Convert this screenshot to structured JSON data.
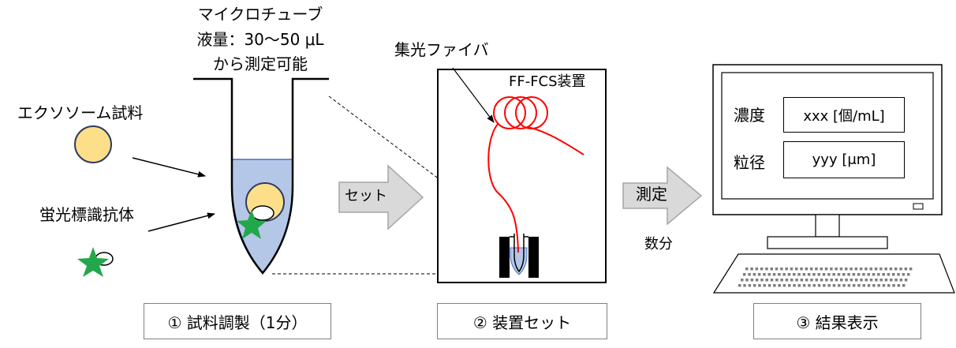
{
  "tube": {
    "title_line1": "マイクロチューブ",
    "title_line2": "液量：30〜50 μL",
    "title_line3": "から測定可能"
  },
  "sample": {
    "exosome_label": "エクソソーム試料",
    "antibody_label": "蛍光標識抗体"
  },
  "device": {
    "fiber_label": "集光ファイバ",
    "device_label": "FF-FCS装置"
  },
  "arrows": {
    "set_label": "セット",
    "measure_label": "測定",
    "duration_label": "数分"
  },
  "monitor": {
    "concentration_label": "濃度",
    "concentration_value": "xxx [個/mL]",
    "size_label": "粒径",
    "size_value": "yyy [μm]"
  },
  "steps": [
    {
      "label": "① 試料調製（1分）"
    },
    {
      "label": "② 装置セット"
    },
    {
      "label": "③ 結果表示"
    }
  ],
  "colors": {
    "exosome_fill": "#fddf8a",
    "tube_fill": "#b4c7e7",
    "star": "#22a84a",
    "fiber": "#ff0000",
    "arrow_fill": "#d9d9d9"
  }
}
